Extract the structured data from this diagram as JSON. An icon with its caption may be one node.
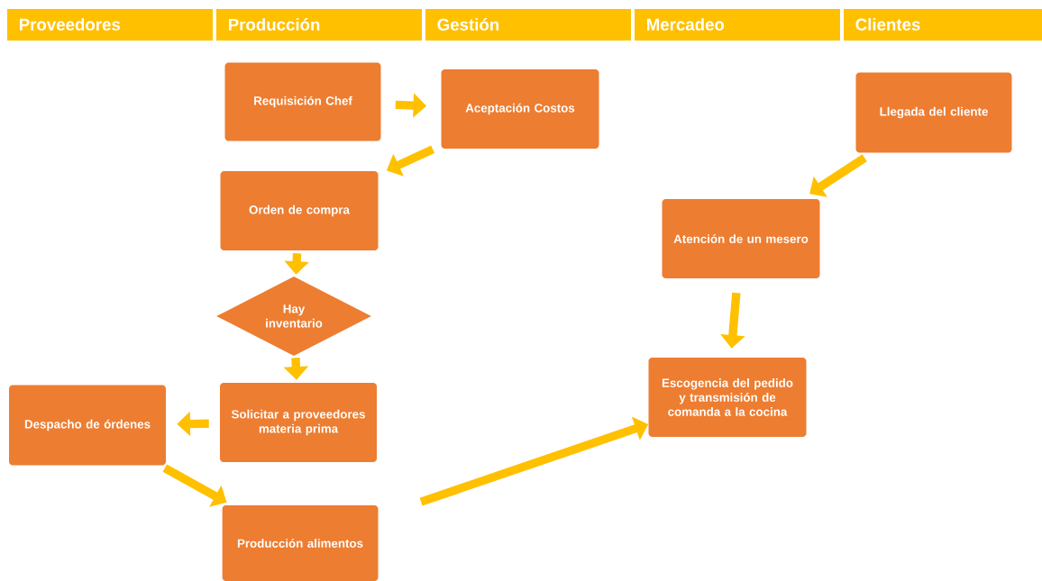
{
  "diagram": {
    "nodes": [
      {
        "text": [
          "Proveedores"
        ]
      },
      {
        "text": [
          "Producción"
        ]
      },
      {
        "text": [
          "Gestión"
        ]
      },
      {
        "text": [
          "Mercadeo"
        ]
      },
      {
        "text": [
          "Clientes"
        ]
      },
      {
        "text": [
          "Requisición Chef"
        ]
      },
      {
        "text": [
          "Aceptación Costos"
        ]
      },
      {
        "text": [
          "Llegada del cliente"
        ]
      },
      {
        "text": [
          "Orden de compra"
        ]
      },
      {
        "text": [
          "Atención de un mesero"
        ]
      },
      {
        "text": [
          "Hay inventario"
        ]
      },
      {
        "text": [
          "Escogencia del pedido y transmisión de comanda a la cocina"
        ]
      },
      {
        "text": [
          "Despacho de órdenes"
        ]
      },
      {
        "text": [
          "Solicitar a proveedores materia prima"
        ]
      },
      {
        "text": [
          "Producción alimentos"
        ]
      }
    ],
    "edges": [
      {
        "from": 5,
        "to": 6,
        "arrow": "to"
      },
      {
        "from": 6,
        "to": 8,
        "arrow": "to"
      },
      {
        "from": 8,
        "to": 10,
        "arrow": "to"
      },
      {
        "from": 10,
        "to": 13,
        "arrow": "to"
      },
      {
        "from": 13,
        "to": 12,
        "arrow": "to"
      },
      {
        "from": 12,
        "to": 14,
        "arrow": "to"
      },
      {
        "from": 14,
        "to": 11,
        "arrow": "to"
      },
      {
        "from": 7,
        "to": 9,
        "arrow": "to"
      },
      {
        "from": 9,
        "to": 11,
        "arrow": "to"
      }
    ]
  }
}
